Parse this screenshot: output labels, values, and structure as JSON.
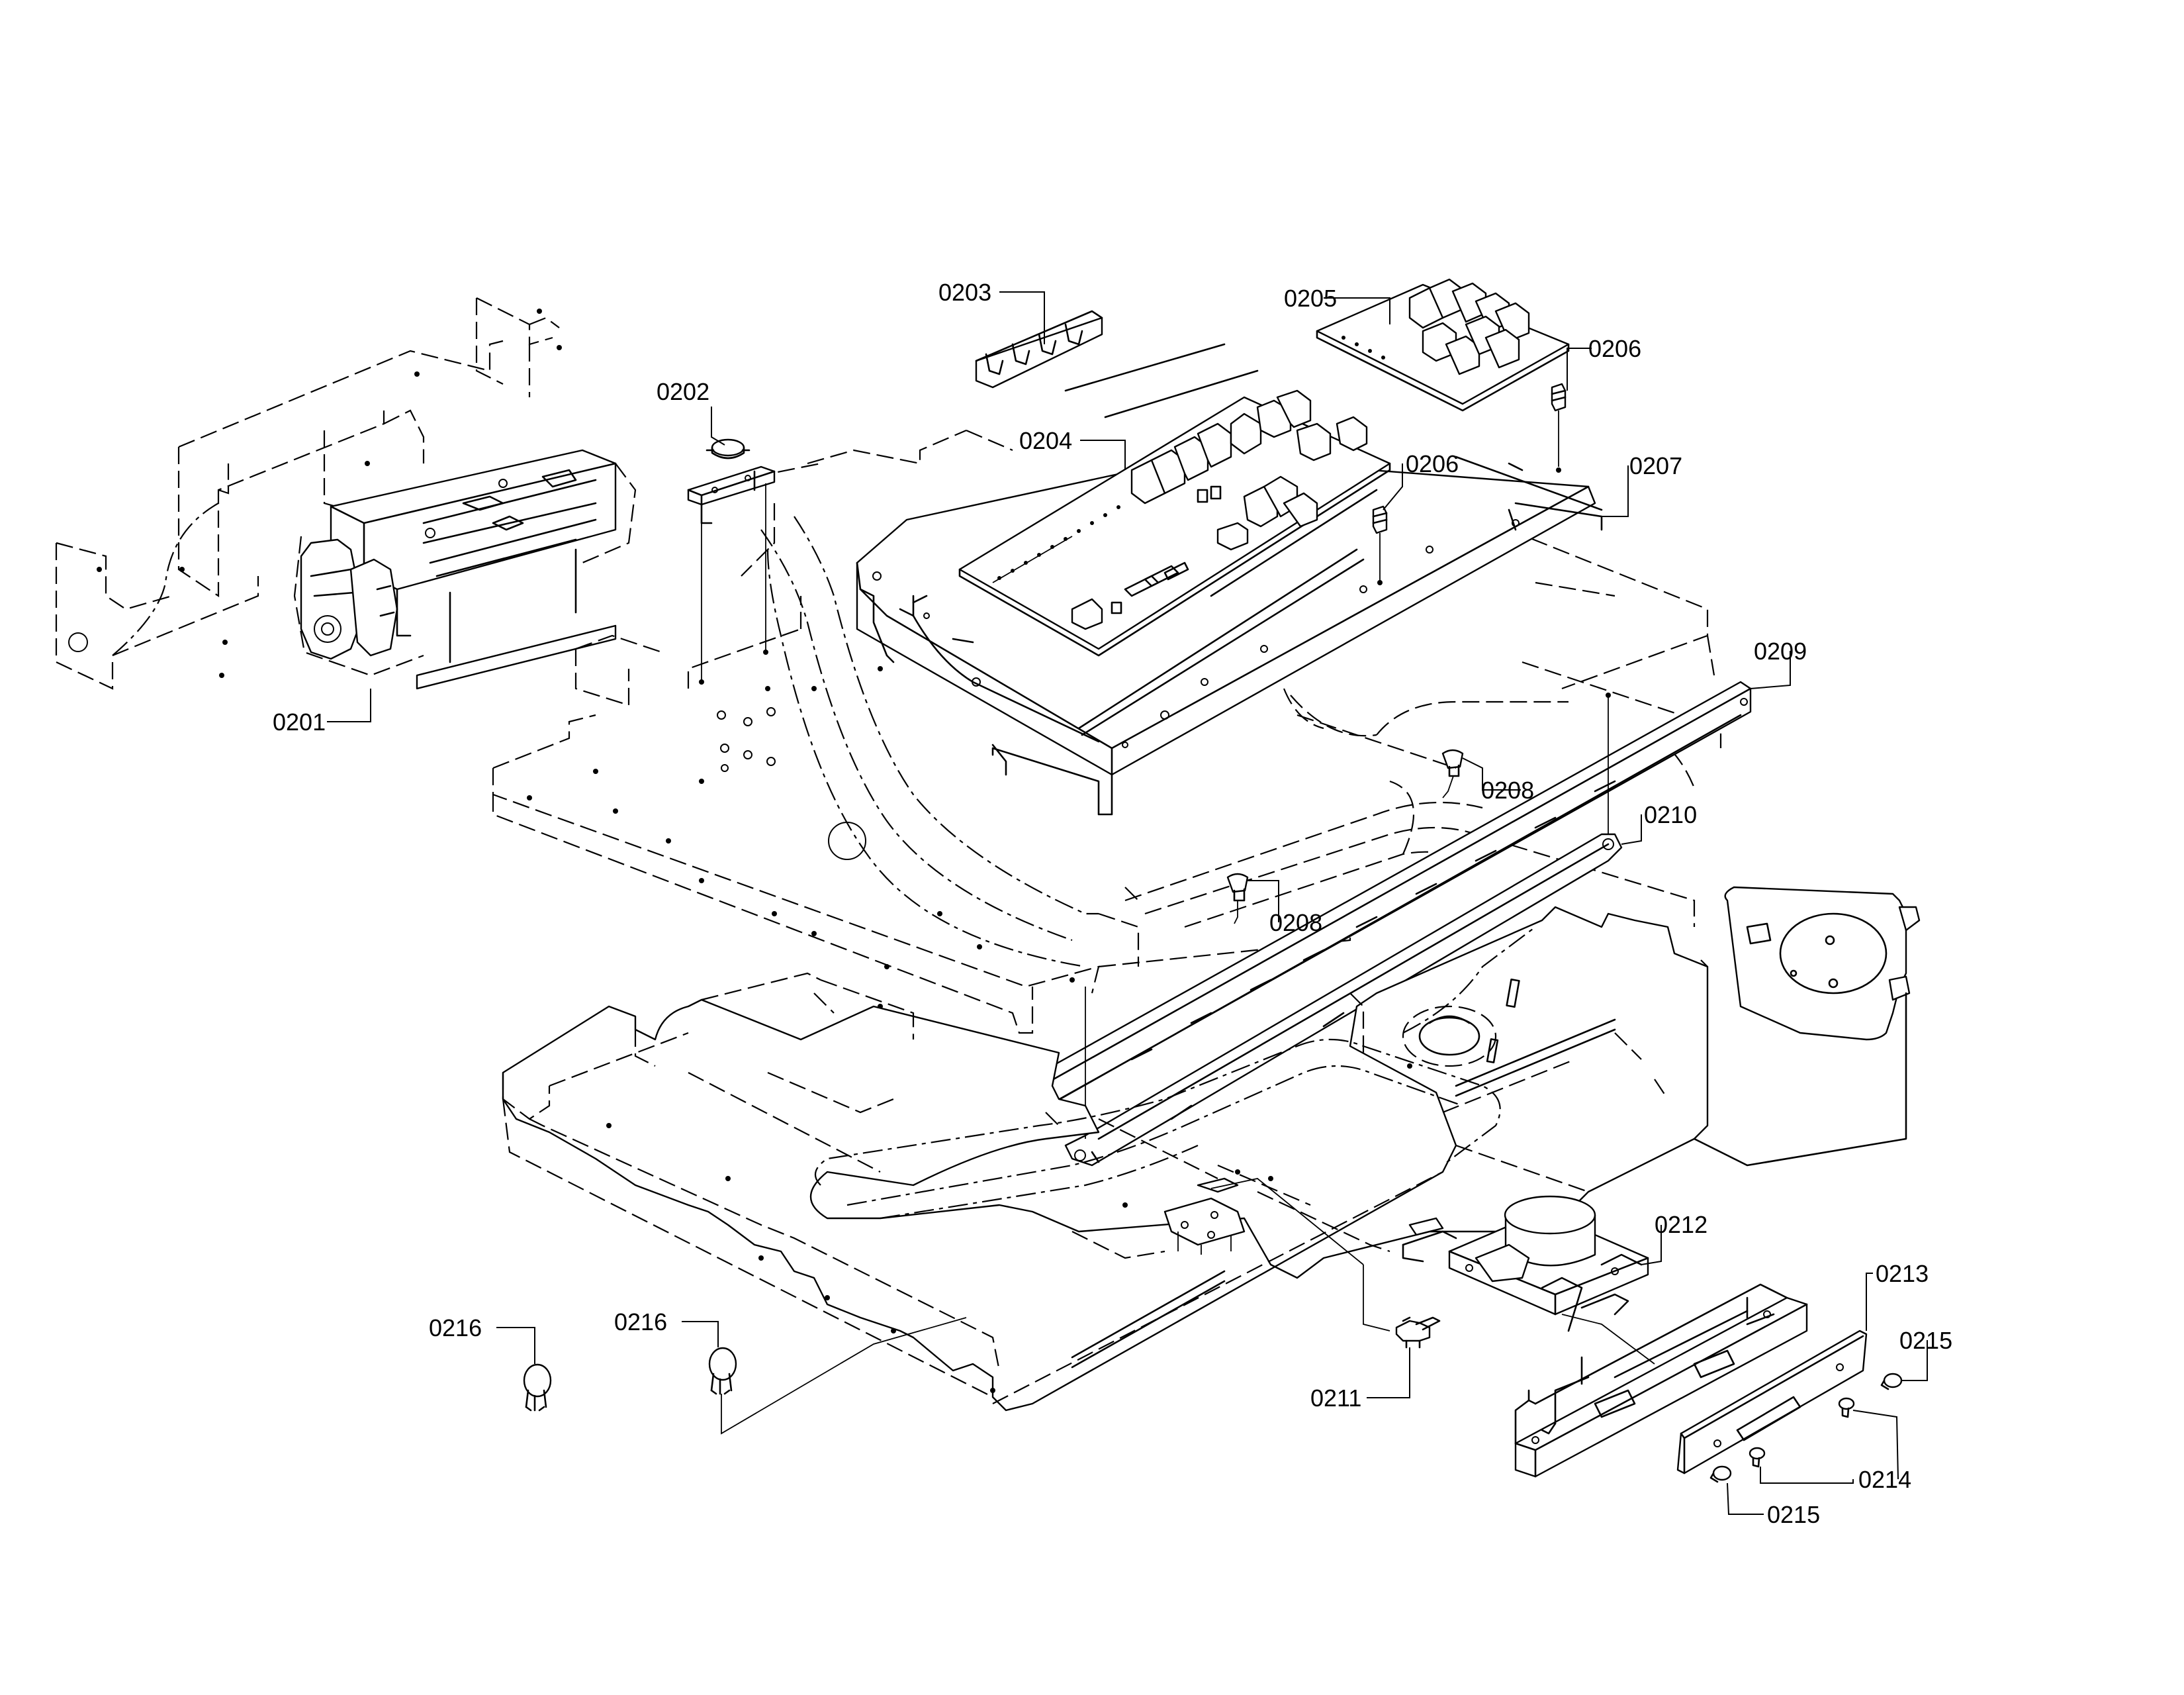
{
  "diagram": {
    "parts": [
      {
        "id": "0201",
        "label": "0201"
      },
      {
        "id": "0202",
        "label": "0202"
      },
      {
        "id": "0203",
        "label": "0203"
      },
      {
        "id": "0204",
        "label": "0204"
      },
      {
        "id": "0205",
        "label": "0205"
      },
      {
        "id": "0206a",
        "label": "0206"
      },
      {
        "id": "0206b",
        "label": "0206"
      },
      {
        "id": "0207",
        "label": "0207"
      },
      {
        "id": "0208a",
        "label": "0208"
      },
      {
        "id": "0208b",
        "label": "0208"
      },
      {
        "id": "0209",
        "label": "0209"
      },
      {
        "id": "0210",
        "label": "0210"
      },
      {
        "id": "0211",
        "label": "0211"
      },
      {
        "id": "0212",
        "label": "0212"
      },
      {
        "id": "0213",
        "label": "0213"
      },
      {
        "id": "0214",
        "label": "0214"
      },
      {
        "id": "0215a",
        "label": "0215"
      },
      {
        "id": "0215b",
        "label": "0215"
      },
      {
        "id": "0216a",
        "label": "0216"
      },
      {
        "id": "0216b",
        "label": "0216"
      }
    ]
  }
}
